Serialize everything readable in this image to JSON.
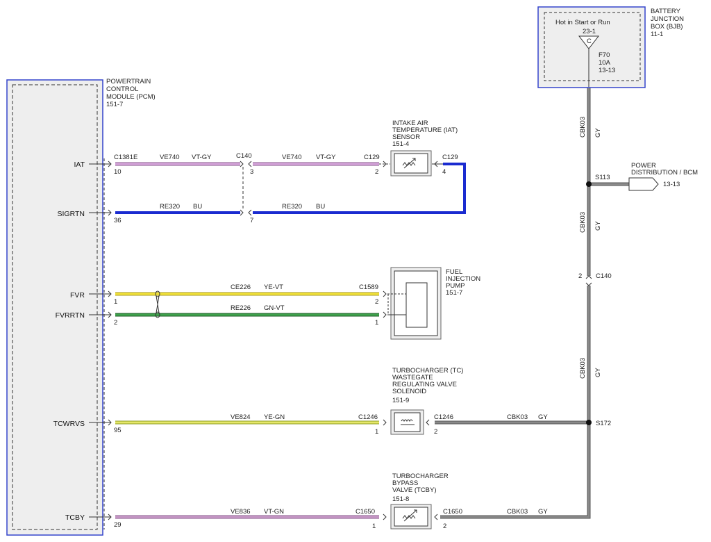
{
  "pcm": {
    "name": [
      "POWERTRAIN",
      "CONTROL",
      "MODULE (PCM)",
      "151-7"
    ]
  },
  "bjb": {
    "name": [
      "BATTERY",
      "JUNCTION",
      "BOX (BJB)",
      "11-1"
    ],
    "hot_label": "Hot in Start or Run",
    "hot_ref": "23-1",
    "fuse_letter": "C",
    "fuse": [
      "F70",
      "10A",
      "13-13"
    ]
  },
  "signals": {
    "iat": "IAT",
    "sigrtn": "SIGRTN",
    "fvr": "FVR",
    "fvrrtn": "FVRRTN",
    "tcwrvs": "TCWRVS",
    "tcby": "TCBY"
  },
  "pcm_pins": {
    "iat": "10",
    "sigrtn": "36",
    "fvr": "1",
    "fvrrtn": "2",
    "tcwrvs": "95",
    "tcby": "29"
  },
  "connectors": {
    "c1381e": "C1381E",
    "c140_top": "C140",
    "c140_pin3": "3",
    "c140_pin7": "7",
    "c129_left": "C129",
    "c129_left_pin": "2",
    "c129_right": "C129",
    "c129_right_pin": "4",
    "c1589": "C1589",
    "c1589_pin2": "2",
    "c1589_pin1": "1",
    "c1246_left": "C1246",
    "c1246_left_pin": "1",
    "c1246_right": "C1246",
    "c1246_right_pin": "2",
    "c1650_left": "C1650",
    "c1650_left_pin": "1",
    "c1650_right": "C1650",
    "c1650_right_pin": "2",
    "c140_right": "C140",
    "c140_right_pin": "2"
  },
  "wires": {
    "iat_a": {
      "circuit": "VE740",
      "color": "VT-GY"
    },
    "iat_b": {
      "circuit": "VE740",
      "color": "VT-GY"
    },
    "sig_a": {
      "circuit": "RE320",
      "color": "BU"
    },
    "sig_b": {
      "circuit": "RE320",
      "color": "BU"
    },
    "fvr": {
      "circuit": "CE226",
      "color": "YE-VT"
    },
    "fvrrtn": {
      "circuit": "RE226",
      "color": "GN-VT"
    },
    "tcw": {
      "circuit": "VE824",
      "color": "YE-GN"
    },
    "tcw_pwr": {
      "circuit": "CBK03",
      "color": "GY"
    },
    "tcby": {
      "circuit": "VE836",
      "color": "VT-GN"
    },
    "tcby_pwr": {
      "circuit": "CBK03",
      "color": "GY"
    },
    "vert_1": {
      "circuit": "CBK03",
      "color": "GY"
    },
    "vert_2": {
      "circuit": "CBK03",
      "color": "GY"
    },
    "vert_3": {
      "circuit": "CBK03",
      "color": "GY"
    }
  },
  "components": {
    "iat_sensor": [
      "INTAKE AIR",
      "TEMPERATURE (IAT)",
      "SENSOR",
      "151-4"
    ],
    "fuel_pump": [
      "FUEL",
      "INJECTION",
      "PUMP",
      "151-7"
    ],
    "tc_solenoid": [
      "TURBOCHARGER (TC)",
      "WASTEGATE",
      "REGULATING VALVE",
      "SOLENOID",
      "151-9"
    ],
    "tcby_valve": [
      "TURBOCHARGER",
      "BYPASS",
      "VALVE (TCBY)",
      "151-8"
    ]
  },
  "splices": {
    "s113": "S113",
    "s172": "S172"
  },
  "power_dist": {
    "name": "POWER",
    "name2": "DISTRIBUTION / BCM",
    "ref": "13-13"
  },
  "colors": {
    "blue": "#1a2bd0",
    "violet_gray": "#c088c8",
    "yellow": "#f2e23a",
    "green": "#2e8a3a",
    "gray": "#707070"
  }
}
